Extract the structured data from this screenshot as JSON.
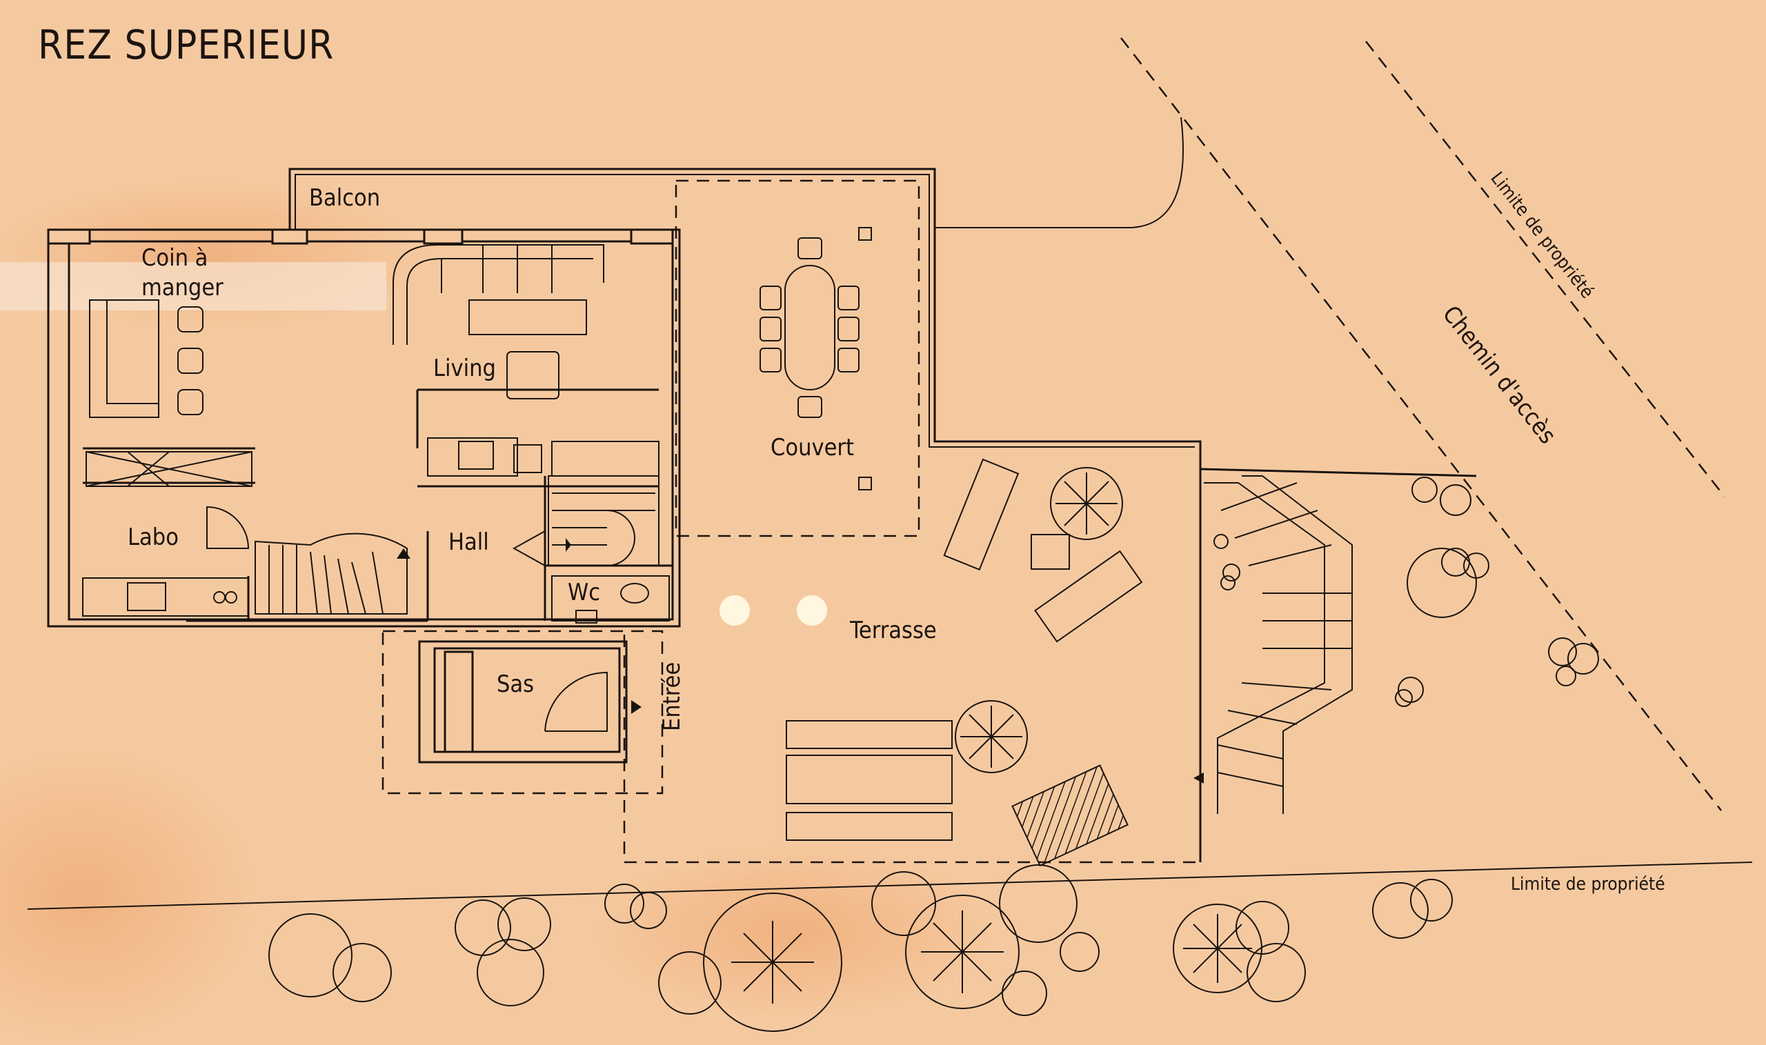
{
  "title": "REZ SUPERIEUR",
  "rooms": {
    "balcon": "Balcon",
    "coin_line1": "Coin à",
    "coin_line2": "manger",
    "living": "Living",
    "labo": "Labo",
    "hall": "Hall",
    "wc": "Wc",
    "sas": "Sas",
    "entree": "Entrée",
    "couvert": "Couvert",
    "terrasse": "Terrasse"
  },
  "annotations": {
    "limite_diag": "Limite de propriété",
    "chemin": "Chemin d'accès",
    "limite_bottom": "Limite de propriété"
  },
  "colors": {
    "paper": "#f5c9a0",
    "ink": "#1a1410"
  }
}
